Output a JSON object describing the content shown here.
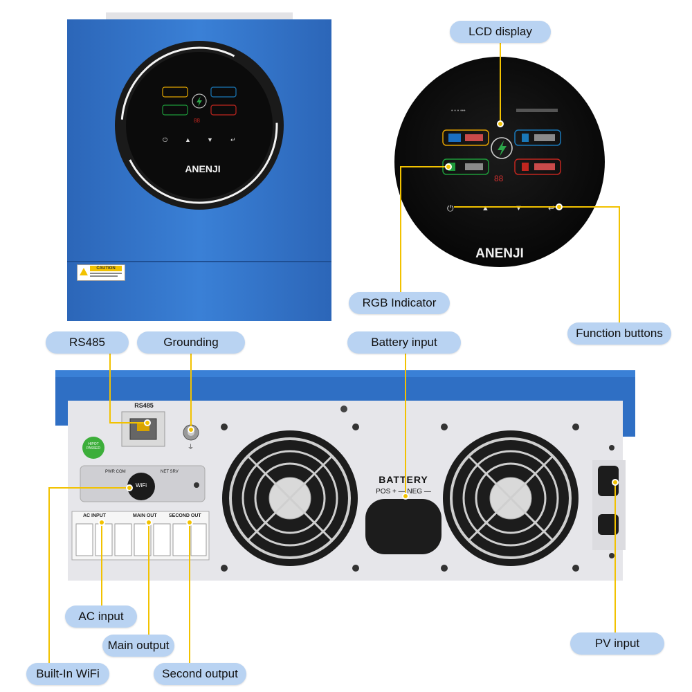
{
  "brand": {
    "logo_text": "ANENJI"
  },
  "front": {
    "caution_label": "CAUTION",
    "display_icons": [
      "power-icon",
      "up-arrow-icon",
      "down-arrow-icon",
      "enter-icon",
      "lightning-icon"
    ]
  },
  "rear": {
    "rs485_label": "RS485",
    "battery_title": "BATTERY",
    "battery_polarity": "POS + — NEG —",
    "hipot_badge": "HIPOT PASSED",
    "wifi_label": "WiFi",
    "pwr_com_label": "PWR COM",
    "net_srv_label": "NET SRV",
    "ac_input_label": "AC INPUT",
    "main_out_label": "MAIN OUT",
    "second_out_label": "SECOND OUT"
  },
  "callouts": {
    "lcd_display": "LCD display",
    "rgb_indicator": "RGB Indicator",
    "function_buttons": "Function buttons",
    "rs485": "RS485",
    "grounding": "Grounding",
    "battery_input": "Battery input",
    "ac_input": "AC input",
    "main_output": "Main output",
    "second_output": "Second output",
    "built_in_wifi": "Built-In WiFi",
    "pv_input": "PV input"
  },
  "colors": {
    "body_blue": "#2f73c9",
    "callout_fill": "#b9d3f2",
    "leader_line": "#f2c200",
    "panel_grey": "#e6e6ea"
  }
}
